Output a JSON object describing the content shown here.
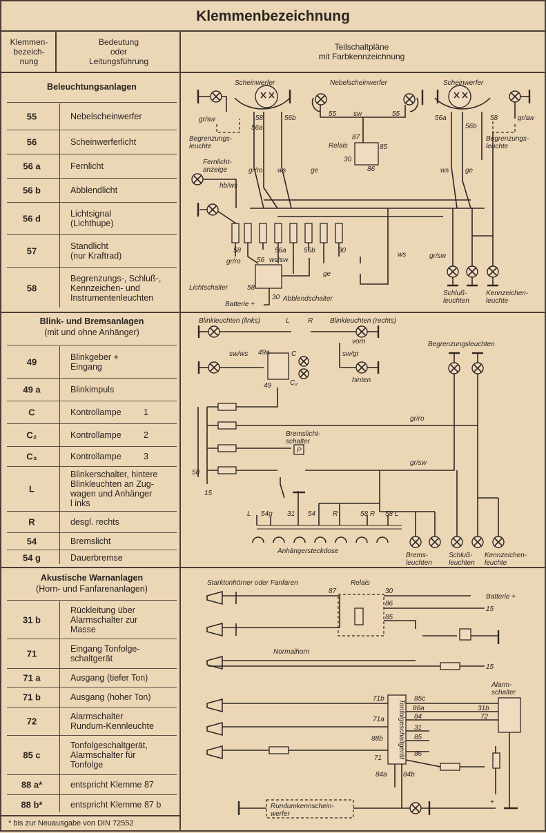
{
  "title": "Klemmenbezeichnung",
  "header": {
    "col1": "Klemmen-\nbezeich-\nnung",
    "col2": "Bedeutung\noder\nLeitungsführung",
    "col3": "Teilschaltpläne\nmit Farbkennzeichnung"
  },
  "sections": [
    {
      "title": "Beleuchtungsanlagen",
      "subtitle": "",
      "rows": [
        {
          "code": "55",
          "desc": "Nebelscheinwerfer"
        },
        {
          "code": "56",
          "desc": "Scheinwerferlicht"
        },
        {
          "code": "56 a",
          "desc": "Fernlicht"
        },
        {
          "code": "56 b",
          "desc": "Abblendlicht"
        },
        {
          "code": "56 d",
          "desc": "Lichtsignal\n(Lichthupe)"
        },
        {
          "code": "57",
          "desc": "Standlicht\n(nur Kraftrad)"
        },
        {
          "code": "58",
          "desc": "Begrenzungs-, Schluß-,\nKennzeichen- und\nInstrumentenleuchten"
        }
      ]
    },
    {
      "title": "Blink- und Bremsanlagen",
      "subtitle": "(mit und ohne Anhänger)",
      "rows": [
        {
          "code": "49",
          "desc": "Blinkgeber +\nEingang"
        },
        {
          "code": "49 a",
          "desc": "Blinkimpuls"
        },
        {
          "code": "C",
          "desc": "Kontrollampe",
          "num": "1"
        },
        {
          "code": "C₂",
          "desc": "Kontrollampe",
          "num": "2"
        },
        {
          "code": "C₃",
          "desc": "Kontrollampe",
          "num": "3"
        },
        {
          "code": "L",
          "desc": "Blinkerschalter, hintere\nBlinkleuchten an Zug-\nwagen und Anhänger\nl inks"
        },
        {
          "code": "R",
          "desc": "desgl. rechts"
        },
        {
          "code": "54",
          "desc": "Bremslicht"
        },
        {
          "code": "54 g",
          "desc": "Dauerbremse"
        }
      ]
    },
    {
      "title": "Akustische Warnanlagen",
      "subtitle": "(Horn- und Fanfarenanlagen)",
      "rows": [
        {
          "code": "31 b",
          "desc": "Rückleitung über\nAlarmschalter zur\nMasse"
        },
        {
          "code": "71",
          "desc": "Eingang Tonfolge-\nschaltgerät"
        },
        {
          "code": "71 a",
          "desc": "Ausgang (tiefer Ton)"
        },
        {
          "code": "71 b",
          "desc": "Ausgang (hoher Ton)"
        },
        {
          "code": "72",
          "desc": "Alarmschalter\nRundum-Kennleuchte"
        },
        {
          "code": "85 c",
          "desc": "Tonfolgeschaltgerät,\nAlarmschalter für\nTonfolge"
        },
        {
          "code": "88 a*",
          "desc": "entspricht Klemme 87"
        },
        {
          "code": "88 b*",
          "desc": "entspricht Klemme 87 b"
        }
      ]
    }
  ],
  "footnote": "* bis zur Neuausgabe von DIN 72552",
  "diagrams": {
    "lighting": {
      "scheinwerfer_left": "Scheinwerfer",
      "nebel": "Nebelscheinwerfer",
      "scheinwerfer_right": "Scheinwerfer",
      "grsw_left": "gr/sw",
      "t58a": "58",
      "t56a_l": "56a",
      "t56b_l": "56b",
      "t55a": "55",
      "sw": "sw",
      "t55b": "55",
      "t56a_r": "56a",
      "t56b_r": "56b",
      "t58b": "58",
      "grsw_right": "gr/sw",
      "begr_left": "Begrenzungs-\nleuchte",
      "relais": "Relais",
      "r87": "87",
      "r85": "85",
      "r30": "30",
      "r86": "86",
      "begr_right": "Begrenzungs-\nleuchte",
      "fernlicht": "Fernlicht-\nanzeige",
      "grro": "gr/ro",
      "ws1": "ws",
      "ge1": "ge",
      "ws2": "ws",
      "ge2": "ge",
      "hbws": "hb/ws",
      "f58": "58",
      "f56a": "56a",
      "f56b": "56b",
      "f30": "30",
      "grro2": "gr/ro",
      "ws3": "ws",
      "grsw3": "gr/sw",
      "s56": "56",
      "wsws": "ws/sw",
      "ge3": "ge",
      "lichtschalter": "Lichtschalter",
      "s58": "58",
      "s30": "30",
      "batterie": "Batterie +",
      "abblend": "Abblendschalter",
      "schluss": "Schluß-\nleuchten",
      "kennz": "Kennzeichen-\nleuchte"
    },
    "blink": {
      "links": "Blinkleuchten (links)",
      "L": "L",
      "R": "R",
      "rechts": "Blinkleuchten (rechts)",
      "vorn": "vorn",
      "swws": "sw/ws",
      "t49a": "49a",
      "C": "C",
      "swgr": "sw/gr",
      "t49": "49",
      "C2": "C₂",
      "hinten": "hinten",
      "begr": "Begrenzungsleuchten",
      "grro": "gr/ro",
      "brems": "Bremslicht-\nschalter",
      "P": "P",
      "grsw": "gr/sw",
      "t58": "58",
      "t15": "15",
      "pins": [
        "L",
        "54g",
        "31",
        "54",
        "R",
        "58 R",
        "58 L"
      ],
      "dose": "Anhängersteckdose",
      "bremsl": "Brems-\nleuchten",
      "schluss": "Schluß-\nleuchten",
      "kennz": "Kennzeichen-\nleuchte"
    },
    "horn": {
      "stark": "Starktonhörner oder Fanfaren",
      "relais": "Relais",
      "r87": "87",
      "r30": "30",
      "batterie": "Batterie +",
      "r86": "86",
      "t15a": "15",
      "r85": "85",
      "normal": "Normalhorn",
      "t15b": "15",
      "alarm": "Alarm-\nschalter",
      "t71b": "71b",
      "t85c": "85c",
      "t88a": "88a",
      "t31b": "31b",
      "t71a": "71a",
      "t84": "84",
      "t72": "72",
      "t31": "31",
      "t88b": "88b",
      "t85": "85",
      "t71": "71",
      "t86": "86",
      "t84a": "84a",
      "t84b": "84b",
      "geraet": "Tonfolgeschaltgerät",
      "rundum": "Rundumkennschein-\nwerfer",
      "plus": "+"
    }
  }
}
